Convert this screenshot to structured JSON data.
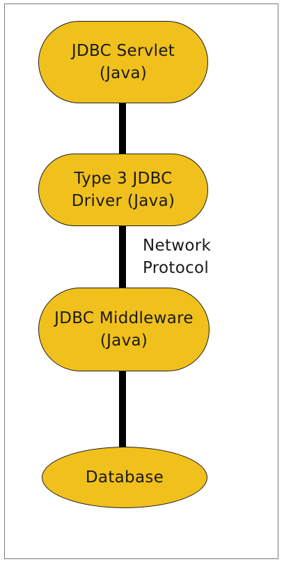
{
  "nodes": {
    "servlet": {
      "line1": "JDBC Servlet",
      "line2": "(Java)"
    },
    "driver": {
      "line1": "Type 3 JDBC",
      "line2": "Driver (Java)"
    },
    "middleware": {
      "line1": "JDBC Middleware",
      "line2": "(Java)"
    },
    "database": {
      "line1": "Database"
    }
  },
  "edges": {
    "driver_to_middleware": {
      "line1": "Network",
      "line2": "Protocol"
    }
  },
  "colors": {
    "node_fill": "#f0c01c",
    "node_border": "#1e1e1e",
    "connector": "#000000",
    "frame_border": "#7a7a7a"
  }
}
